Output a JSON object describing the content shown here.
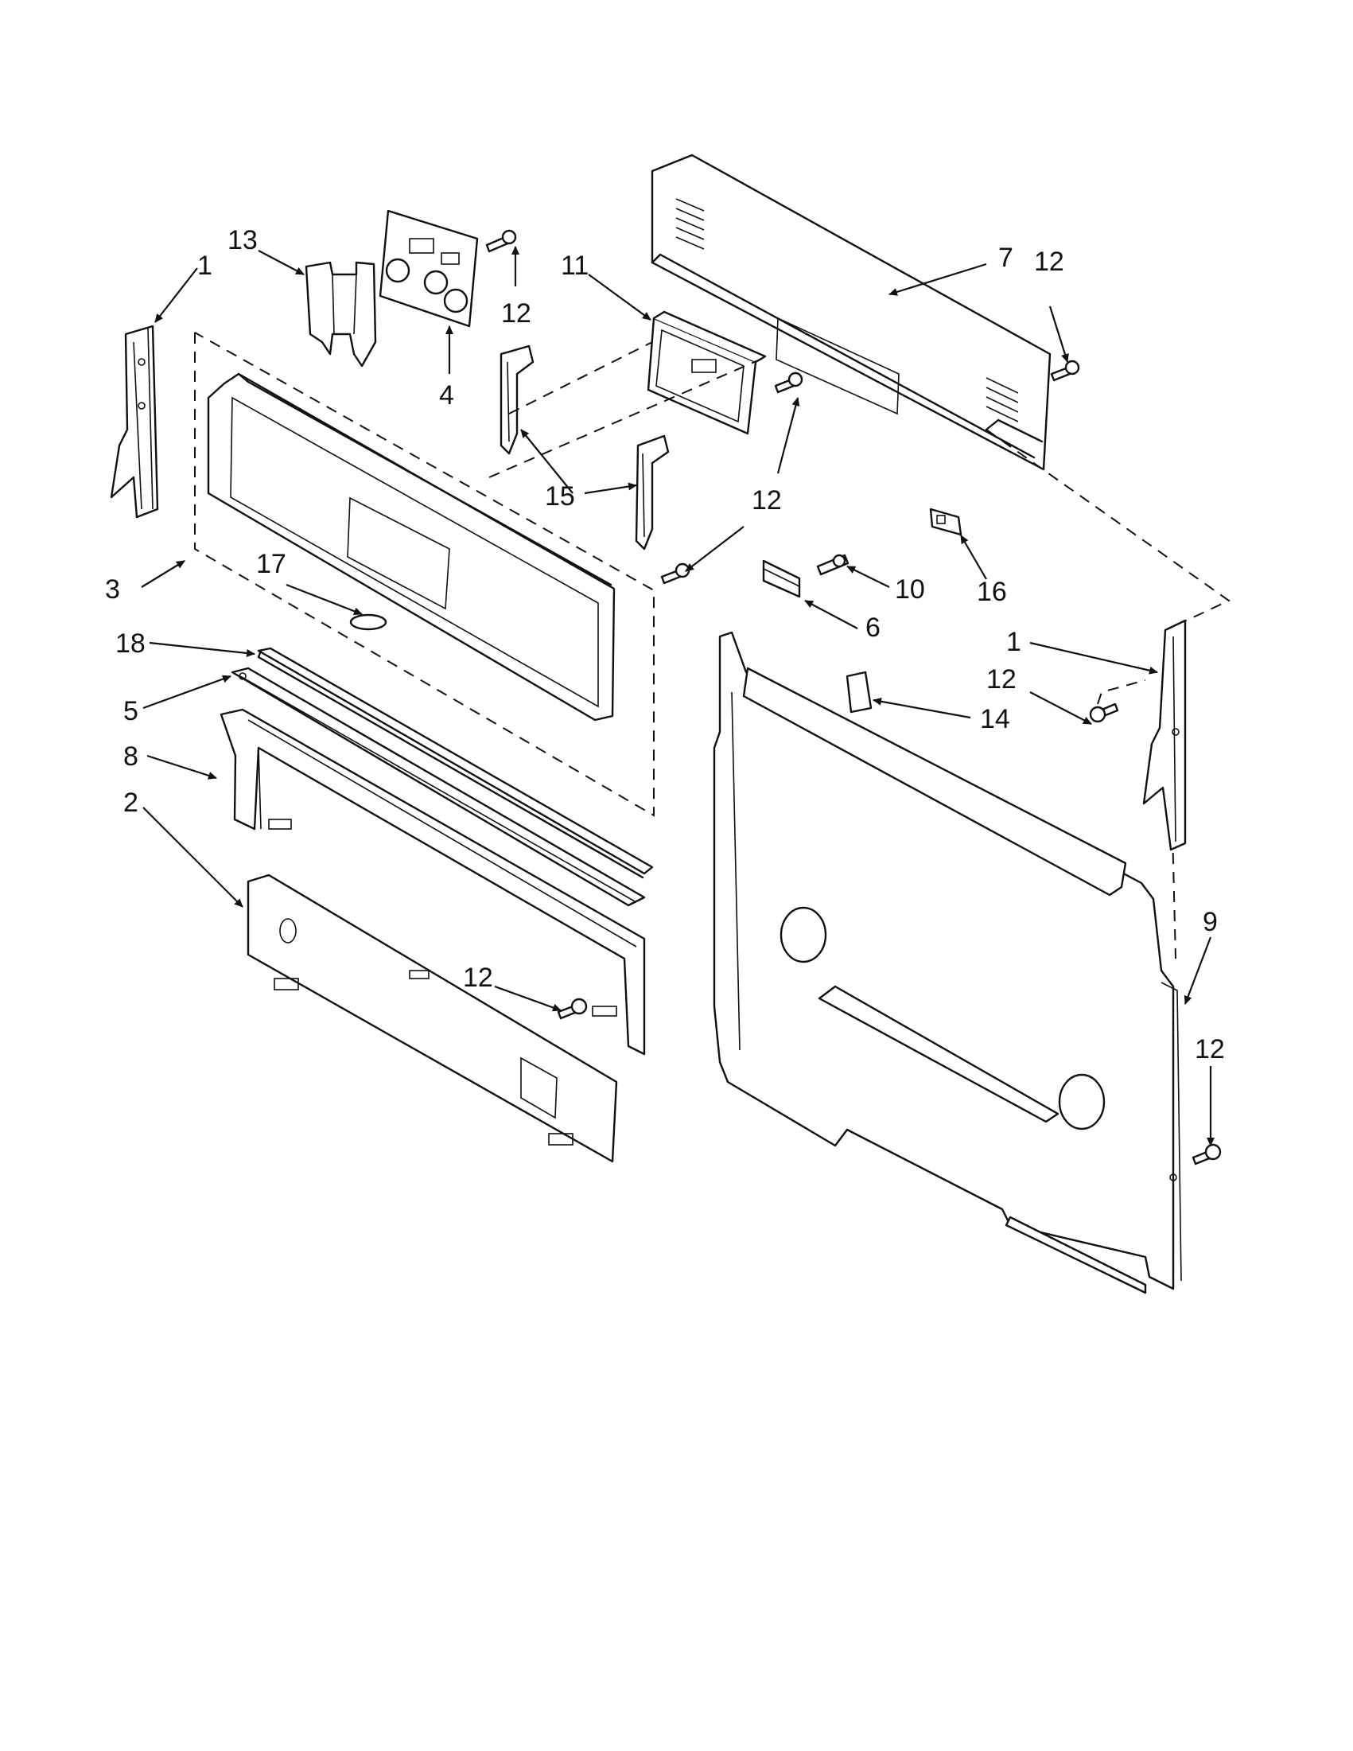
{
  "callouts": [
    {
      "id": "c1a",
      "text": "1"
    },
    {
      "id": "c13",
      "text": "13"
    },
    {
      "id": "c12a",
      "text": "12"
    },
    {
      "id": "c4",
      "text": "4"
    },
    {
      "id": "c11",
      "text": "11"
    },
    {
      "id": "c7",
      "text": "7"
    },
    {
      "id": "c12b",
      "text": "12"
    },
    {
      "id": "c15",
      "text": "15"
    },
    {
      "id": "c12c",
      "text": "12"
    },
    {
      "id": "c3",
      "text": "3"
    },
    {
      "id": "c17",
      "text": "17"
    },
    {
      "id": "c10",
      "text": "10"
    },
    {
      "id": "c6",
      "text": "6"
    },
    {
      "id": "c16",
      "text": "16"
    },
    {
      "id": "c18",
      "text": "18"
    },
    {
      "id": "c1b",
      "text": "1"
    },
    {
      "id": "c12d",
      "text": "12"
    },
    {
      "id": "c5",
      "text": "5"
    },
    {
      "id": "c14",
      "text": "14"
    },
    {
      "id": "c8",
      "text": "8"
    },
    {
      "id": "c2",
      "text": "2"
    },
    {
      "id": "c9",
      "text": "9"
    },
    {
      "id": "c12e",
      "text": "12"
    },
    {
      "id": "c12f",
      "text": "12"
    }
  ]
}
